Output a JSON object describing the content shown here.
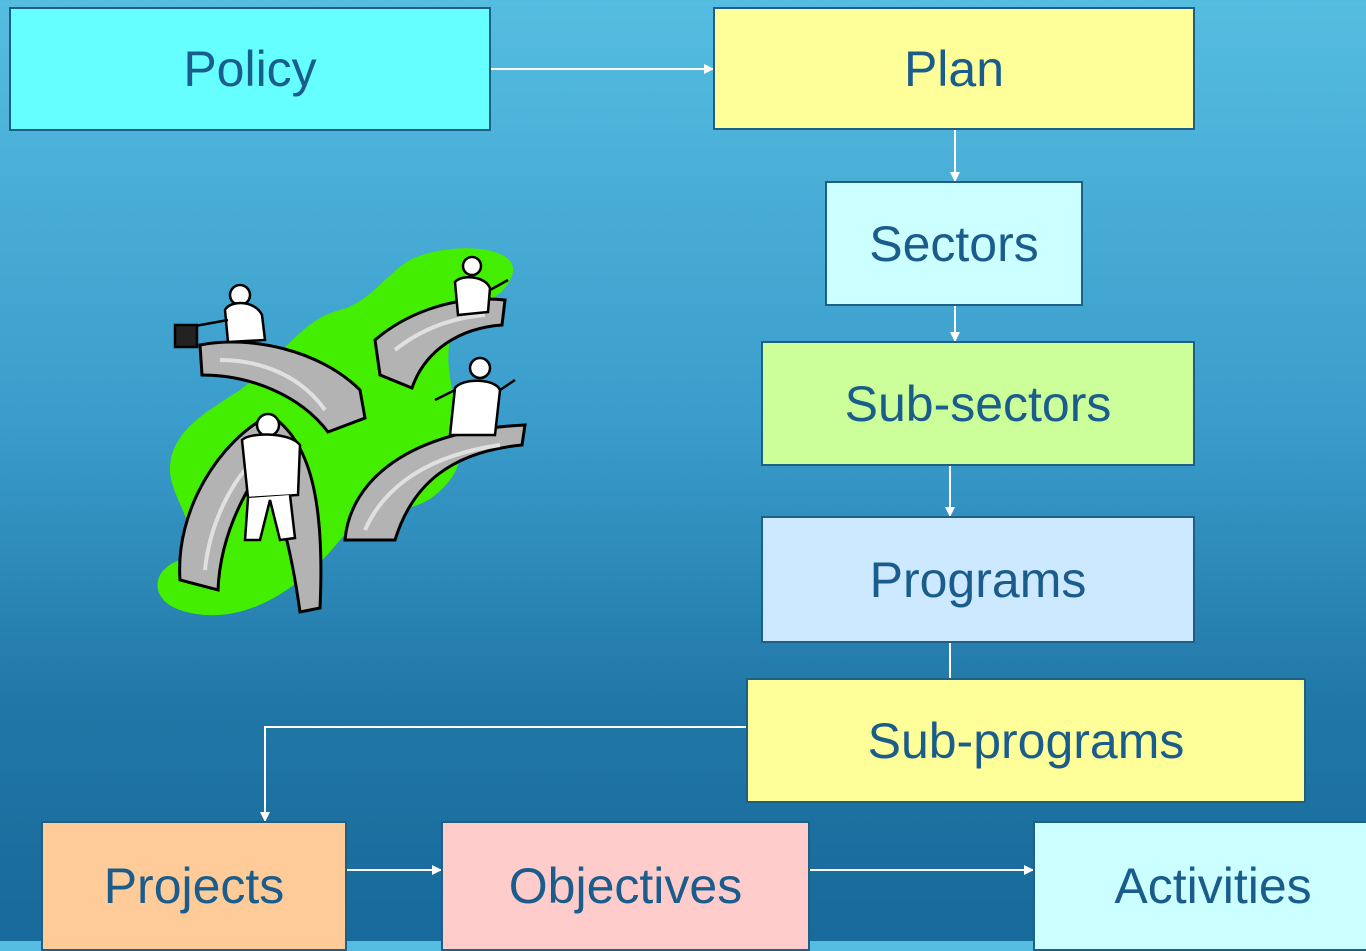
{
  "diagram": {
    "nodes": [
      {
        "id": "policy",
        "label": "Policy",
        "color": "#66ffff"
      },
      {
        "id": "plan",
        "label": "Plan",
        "color": "#ffff99"
      },
      {
        "id": "sectors",
        "label": "Sectors",
        "color": "#ccffff"
      },
      {
        "id": "sub_sectors",
        "label": "Sub-sectors",
        "color": "#ccff99"
      },
      {
        "id": "programs",
        "label": "Programs",
        "color": "#cce9ff"
      },
      {
        "id": "sub_programs",
        "label": "Sub-programs",
        "color": "#ffff99"
      },
      {
        "id": "projects",
        "label": "Projects",
        "color": "#ffcc99"
      },
      {
        "id": "objectives",
        "label": "Objectives",
        "color": "#ffcccc"
      },
      {
        "id": "activities",
        "label": "Activities",
        "color": "#ccffff"
      }
    ],
    "edges": [
      {
        "from": "policy",
        "to": "plan"
      },
      {
        "from": "plan",
        "to": "sectors"
      },
      {
        "from": "sectors",
        "to": "sub_sectors"
      },
      {
        "from": "sub_sectors",
        "to": "programs"
      },
      {
        "from": "programs",
        "to": "sub_programs"
      },
      {
        "from": "sub_programs",
        "to": "projects"
      },
      {
        "from": "projects",
        "to": "objectives"
      },
      {
        "from": "objectives",
        "to": "activities"
      }
    ],
    "colors": {
      "text": "#1a5d8c",
      "border": "#1f5f86",
      "connector": "#ffffff",
      "clipart_accent": "#44ee00"
    },
    "clipart_icon": "people-crossing-bridges-clipart"
  }
}
